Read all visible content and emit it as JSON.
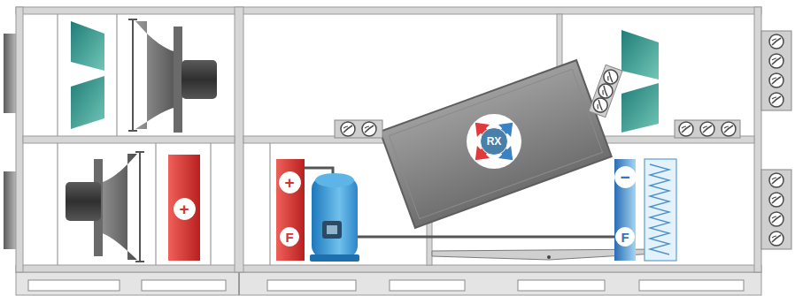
{
  "diagram": {
    "nodes": [
      {
        "text": [
          "+"
        ]
      },
      {
        "text": [
          "+"
        ]
      },
      {
        "text": [
          "F"
        ]
      },
      {
        "text": [
          "RX"
        ]
      },
      {
        "text": [
          "−"
        ]
      },
      {
        "text": [
          "F"
        ]
      }
    ]
  }
}
